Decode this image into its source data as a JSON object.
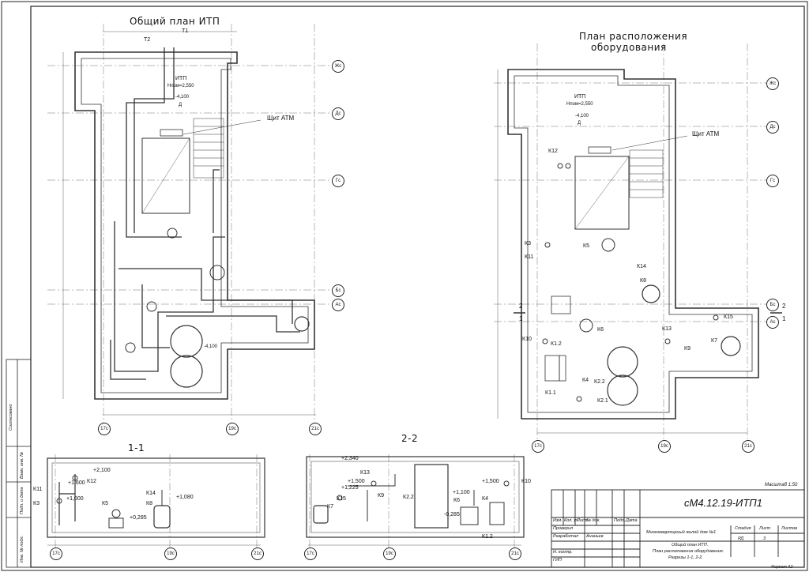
{
  "titles": {
    "general_plan": "Общий план ИТП",
    "equipment_plan_line1": "План расположения",
    "equipment_plan_line2": "оборудования",
    "section_1": "1-1",
    "section_2": "2-2"
  },
  "room": {
    "name": "ИТП",
    "height": "Нпом=2,550",
    "level": "-4,100",
    "level_letter": "Д",
    "panel": "Щит АТМ"
  },
  "axes": {
    "rows": [
      "Жс",
      "Дс",
      "Гс",
      "Бс",
      "Ас"
    ],
    "cols": [
      "17с",
      "19с",
      "21с"
    ],
    "cut_1": "1",
    "cut_2": "2"
  },
  "pipes": {
    "t1": "Т1",
    "t2": "Т2"
  },
  "tags_plan": [
    "К12",
    "К3",
    "К11",
    "К5",
    "К14",
    "К8",
    "К6",
    "К15",
    "К7",
    "К10",
    "К1.2",
    "К13",
    "К9",
    "К4",
    "К2.2",
    "К1.1",
    "К2.1"
  ],
  "section1": {
    "elev1": "+2,100",
    "elev2": "+1,600",
    "elev3": "+1,000",
    "elev4": "+0,285",
    "elev5": "+1,080",
    "tags": [
      "К11",
      "К12",
      "К3",
      "К5",
      "К14",
      "К8"
    ]
  },
  "section2": {
    "elev1": "+2,340",
    "elev2": "+1,500",
    "elev3": "+1,225",
    "elev4": "+1,100",
    "elev5": "-0,285",
    "elev6": "+1,500",
    "tags": [
      "К13",
      "К15",
      "К9",
      "К7",
      "К2.2",
      "К6",
      "К4",
      "К1.2",
      "К10"
    ]
  },
  "scale_note": "Масштаб 1:50",
  "title_block": {
    "code": "сМ4.12.19-ИТП1",
    "project": "Многоквартирный жилой дом №1",
    "sheet_title1": "Общий план ИТП.",
    "sheet_title2": "План расположения оборудования.",
    "sheet_title3": "Разрезы 1-1, 2-2.",
    "stage_label": "Стадия",
    "sheet_label": "Лист",
    "sheets_label": "Листов",
    "stage": "РД",
    "sheet_num": "3",
    "head": [
      "Изм.",
      "Кол. уч",
      "Лист",
      "№ док.",
      "Подп.",
      "Дата"
    ],
    "roles": [
      "Проверил",
      "Разработал",
      "Н. контр.",
      "ГИП"
    ],
    "developer": "Ананьев",
    "format": "Формат А2"
  },
  "side_stamp": [
    "Согласовано",
    "Взам. инв. №",
    "Подп. и дата",
    "Инв. № подл."
  ]
}
